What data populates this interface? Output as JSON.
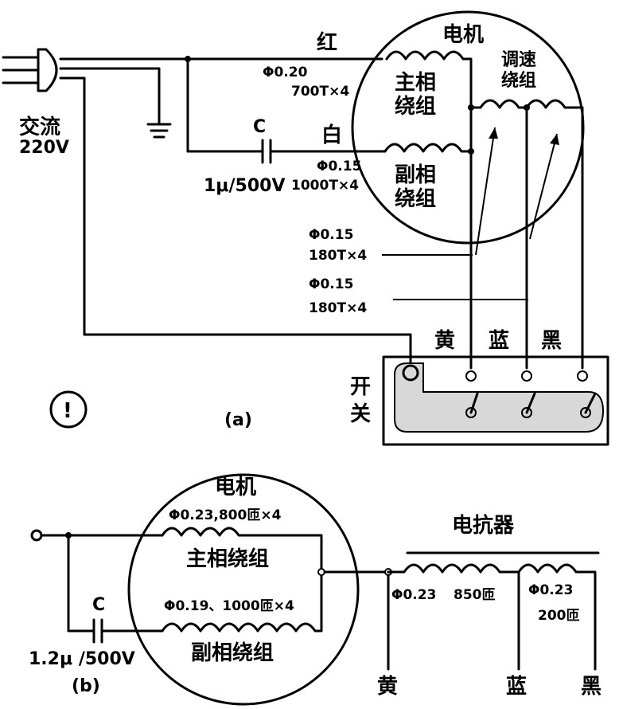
{
  "diagram_a": {
    "label": "(a)",
    "ac_label": "交流",
    "voltage": "220V",
    "red_wire": "红",
    "white_wire": "白",
    "motor_label": "电机",
    "speed_winding_label_1": "调速",
    "speed_winding_label_2": "绕组",
    "main_winding_1": "主相",
    "main_winding_2": "绕组",
    "aux_winding_1": "副相",
    "aux_winding_2": "绕组",
    "main_spec_1": "Φ0.20",
    "main_spec_2": "700T×4",
    "aux_spec_1": "Φ0.15",
    "aux_spec_2": "1000T×4",
    "capacitor_label": "C",
    "capacitor_value": "1μ/500V",
    "tap1_spec_1": "Φ0.15",
    "tap1_spec_2": "180T×4",
    "tap2_spec_1": "Φ0.15",
    "tap2_spec_2": "180T×4",
    "switch_label_1": "开",
    "switch_label_2": "关",
    "tap_yellow": "黄",
    "tap_blue": "蓝",
    "tap_black": "黑"
  },
  "diagram_b": {
    "label": "(b)",
    "motor_label": "电机",
    "main_spec": "Φ0.23,800匝×4",
    "main_winding": "主相绕组",
    "aux_spec": "Φ0.19、1000匝×4",
    "aux_winding": "副相绕组",
    "capacitor_label": "C",
    "capacitor_value": "1.2μ /500V",
    "reactor_label": "电抗器",
    "reactor_spec1_1": "Φ0.23",
    "reactor_spec1_2": "850匝",
    "reactor_spec2_1": "Φ0.23",
    "reactor_spec2_2": "200匝",
    "tap_yellow": "黄",
    "tap_blue": "蓝",
    "tap_black": "黑"
  },
  "marker": "!"
}
